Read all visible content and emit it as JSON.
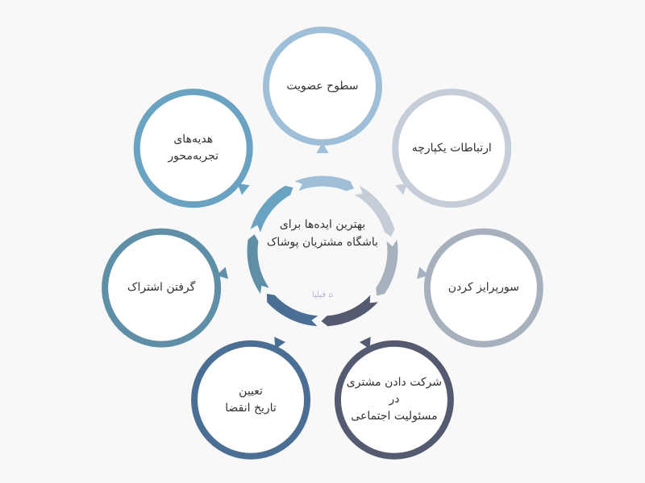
{
  "center": {
    "line1": "بهترین ایده‌ها برای",
    "line2": "باشگاه مشتریان پوشاک",
    "watermark": "فیلیا",
    "watermark_icon": "house-icon"
  },
  "nodes": [
    {
      "id": "membership-levels",
      "lines": [
        "سطوح عضویت"
      ],
      "color": "#9fbfd9"
    },
    {
      "id": "integrated-communications",
      "lines": [
        "ارتباطات یکپارچه"
      ],
      "color": "#c5ced8"
    },
    {
      "id": "surprise",
      "lines": [
        "سورپرایز کردن"
      ],
      "color": "#a7b1bd"
    },
    {
      "id": "social-responsibility",
      "lines": [
        "شرکت دادن مشتری",
        "در",
        "مسئولیت اجتماعی"
      ],
      "color": "#545a70"
    },
    {
      "id": "expiry-date",
      "lines": [
        "تعیین",
        "تاریخ انقضا"
      ],
      "color": "#4b6e94"
    },
    {
      "id": "subscription",
      "lines": [
        "گرفتن اشتراک"
      ],
      "color": "#5f8fa6"
    },
    {
      "id": "experience-gifts",
      "lines": [
        "هدیه‌های",
        "تجربه‌محور"
      ],
      "color": "#6aa2c2"
    }
  ]
}
